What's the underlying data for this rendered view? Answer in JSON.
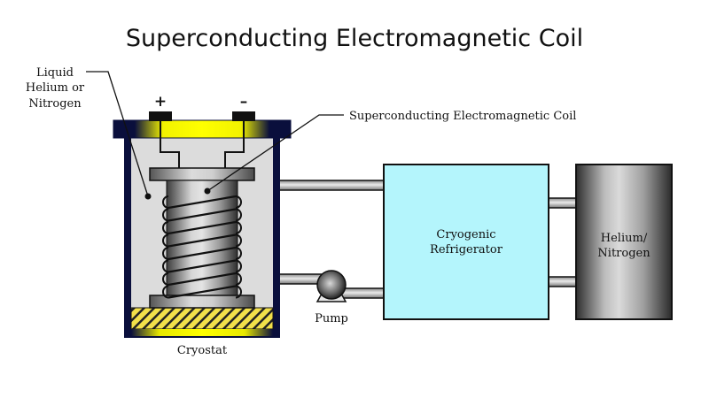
{
  "title": "Superconducting Electromagnetic Coil",
  "labels": {
    "liquid_line1": "Liquid",
    "liquid_line2": "Helium or",
    "liquid_line3": "Nitrogen",
    "plus": "+",
    "minus": "–",
    "coil": "Superconducting Electromagnetic Coil",
    "cryostat": "Cryostat",
    "pump": "Pump",
    "refrigerator_line1": "Cryogenic",
    "refrigerator_line2": "Refrigerator",
    "tank_line1": "Helium/",
    "tank_line2": "Nitrogen"
  },
  "colors": {
    "cryostat_frame": "#0a0f3c",
    "lid_yellow": "#ffff00",
    "interior": "#dcdcdc",
    "refrigerator_fill": "#b4f5fc",
    "tank_dark": "#3a3a3a",
    "tank_light": "#d8d8d8"
  }
}
